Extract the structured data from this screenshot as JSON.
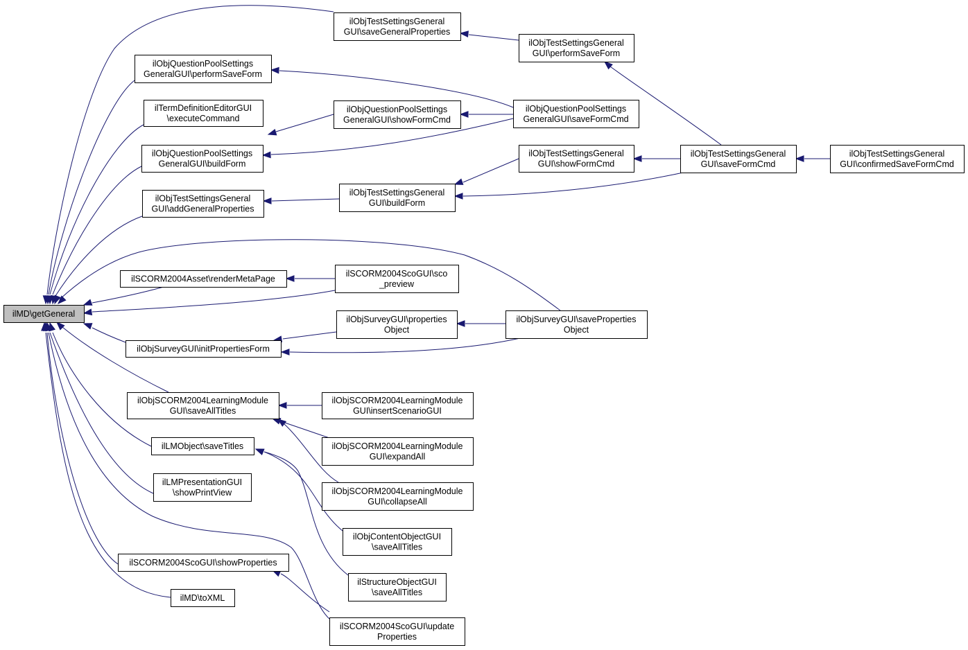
{
  "nodes": [
    {
      "id": "n0",
      "lines": [
        "ilMD\\getGeneral"
      ]
    },
    {
      "id": "n1",
      "lines": [
        "ilObjTestSettingsGeneral",
        "GUI\\saveGeneralProperties"
      ]
    },
    {
      "id": "n2",
      "lines": [
        "ilObjQuestionPoolSettings",
        "GeneralGUI\\performSaveForm"
      ]
    },
    {
      "id": "n3",
      "lines": [
        "ilTermDefinitionEditorGUI",
        "\\executeCommand"
      ]
    },
    {
      "id": "n4",
      "lines": [
        "ilObjQuestionPoolSettings",
        "GeneralGUI\\buildForm"
      ]
    },
    {
      "id": "n5",
      "lines": [
        "ilObjTestSettingsGeneral",
        "GUI\\addGeneralProperties"
      ]
    },
    {
      "id": "n6",
      "lines": [
        "ilSCORM2004Asset\\renderMetaPage"
      ]
    },
    {
      "id": "n7",
      "lines": [
        "ilObjSurveyGUI\\initPropertiesForm"
      ]
    },
    {
      "id": "n8",
      "lines": [
        "ilObjSCORM2004LearningModule",
        "GUI\\saveAllTitles"
      ]
    },
    {
      "id": "n9",
      "lines": [
        "ilLMObject\\saveTitles"
      ]
    },
    {
      "id": "n10",
      "lines": [
        "ilLMPresentationGUI",
        "\\showPrintView"
      ]
    },
    {
      "id": "n11",
      "lines": [
        "ilSCORM2004ScoGUI\\showProperties"
      ]
    },
    {
      "id": "n12",
      "lines": [
        "ilMD\\toXML"
      ]
    },
    {
      "id": "n13",
      "lines": [
        "ilObjTestSettingsGeneral",
        "GUI\\performSaveForm"
      ]
    },
    {
      "id": "n14",
      "lines": [
        "ilObjQuestionPoolSettings",
        "GeneralGUI\\showFormCmd"
      ]
    },
    {
      "id": "n15",
      "lines": [
        "ilObjQuestionPoolSettings",
        "GeneralGUI\\saveFormCmd"
      ]
    },
    {
      "id": "n16",
      "lines": [
        "ilObjTestSettingsGeneral",
        "GUI\\showFormCmd"
      ]
    },
    {
      "id": "n17",
      "lines": [
        "ilObjTestSettingsGeneral",
        "GUI\\buildForm"
      ]
    },
    {
      "id": "n18",
      "lines": [
        "ilObjTestSettingsGeneral",
        "GUI\\saveFormCmd"
      ]
    },
    {
      "id": "n19",
      "lines": [
        "ilObjTestSettingsGeneral",
        "GUI\\confirmedSaveFormCmd"
      ]
    },
    {
      "id": "n20",
      "lines": [
        "ilSCORM2004ScoGUI\\sco",
        "_preview"
      ]
    },
    {
      "id": "n21",
      "lines": [
        "ilObjSurveyGUI\\properties",
        "Object"
      ]
    },
    {
      "id": "n22",
      "lines": [
        "ilObjSurveyGUI\\saveProperties",
        "Object"
      ]
    },
    {
      "id": "n23",
      "lines": [
        "ilObjSCORM2004LearningModule",
        "GUI\\insertScenarioGUI"
      ]
    },
    {
      "id": "n24",
      "lines": [
        "ilObjSCORM2004LearningModule",
        "GUI\\expandAll"
      ]
    },
    {
      "id": "n25",
      "lines": [
        "ilObjSCORM2004LearningModule",
        "GUI\\collapseAll"
      ]
    },
    {
      "id": "n26",
      "lines": [
        "ilObjContentObjectGUI",
        "\\saveAllTitles"
      ]
    },
    {
      "id": "n27",
      "lines": [
        "ilStructureObjectGUI",
        "\\saveAllTitles"
      ]
    },
    {
      "id": "n28",
      "lines": [
        "ilSCORM2004ScoGUI\\update",
        "Properties"
      ]
    }
  ]
}
